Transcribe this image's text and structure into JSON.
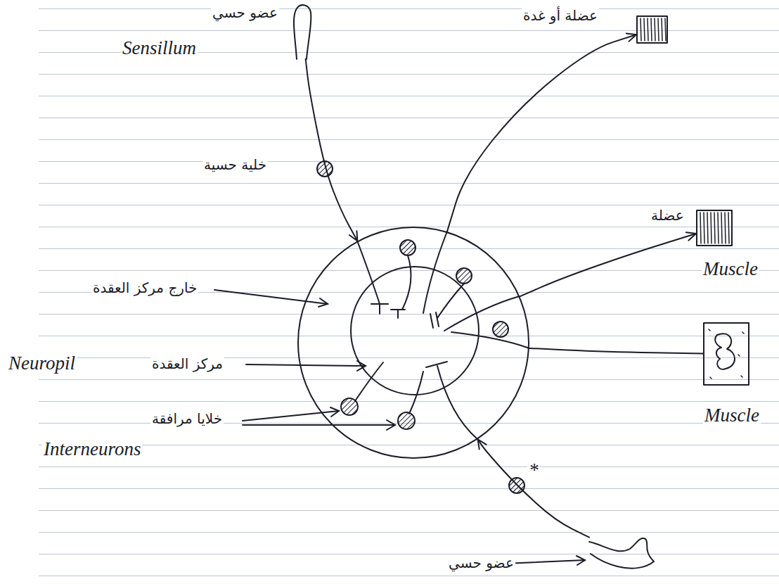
{
  "diagram": {
    "nodes": [
      {
        "text": [
          "عضو حسي",
          "Sensillum"
        ]
      },
      {
        "text": [
          "عضلة أو غدة"
        ]
      },
      {
        "text": [
          "خارج مركز العقدة"
        ]
      },
      {
        "text": [
          "عضلة",
          "Muscle"
        ]
      },
      {
        "text": [
          "مركز العقدة",
          "Neuropil"
        ],
        "in": 2
      },
      {
        "text": [
          "Muscle"
        ]
      },
      {
        "text": [
          "عضو حسي"
        ]
      }
    ],
    "edges": [
      {
        "from": 0,
        "to": 2,
        "arrow": "to"
      },
      {
        "from": 2,
        "to": 1,
        "arrow": "to"
      },
      {
        "from": 2,
        "to": 3,
        "arrow": "to"
      },
      {
        "from": 2,
        "to": 5,
        "arrow": "none"
      },
      {
        "from": 6,
        "to": 2,
        "arrow": "to"
      }
    ],
    "labels": [
      "خلية حسية",
      "خلايا مرافقة",
      "Interneurons",
      "*"
    ]
  }
}
